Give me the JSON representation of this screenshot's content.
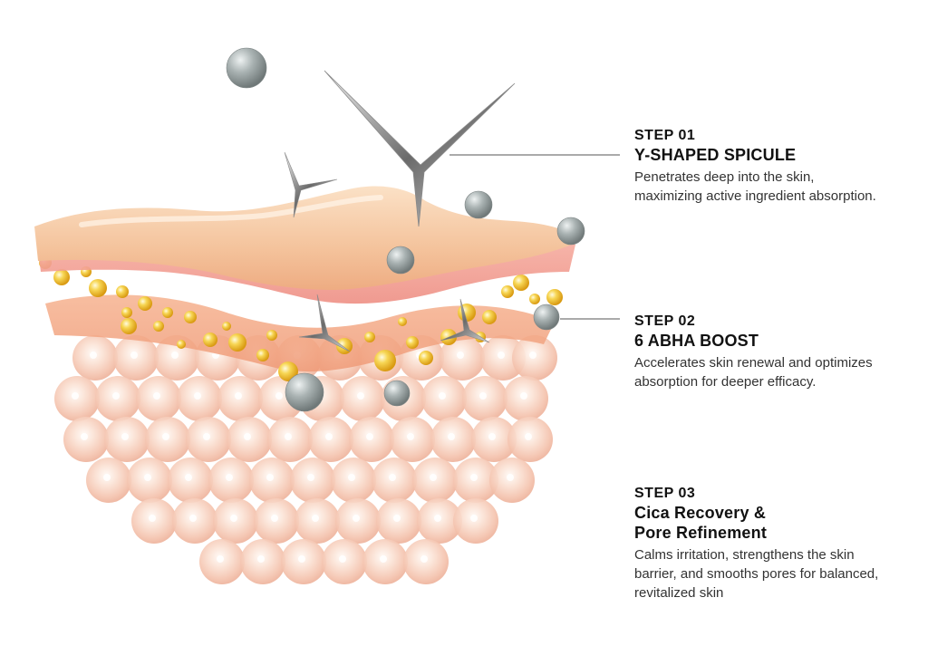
{
  "steps": [
    {
      "number": "STEP 01",
      "title": "Y-SHAPED SPICULE",
      "description": "Penetrates deep into the skin, maximizing active  ingredient absorption."
    },
    {
      "number": "STEP 02",
      "title": "6 ABHA BOOST",
      "description": "Accelerates skin renewal and optimizes absorption for deeper efficacy."
    },
    {
      "number": "STEP 03",
      "title_line1": "Cica Recovery &",
      "title_line2": "Pore Refinement",
      "description": "Calms irritation, strengthens the skin barrier, and smooths pores for balanced, revitalized skin"
    }
  ],
  "colors": {
    "skin_top": "#f6c9a4",
    "skin_layer": "#f0a48a",
    "cells": "#f7cdbd",
    "serum_drop": "#f1c232",
    "particle": "#9ea6a6",
    "text": "#222222"
  }
}
